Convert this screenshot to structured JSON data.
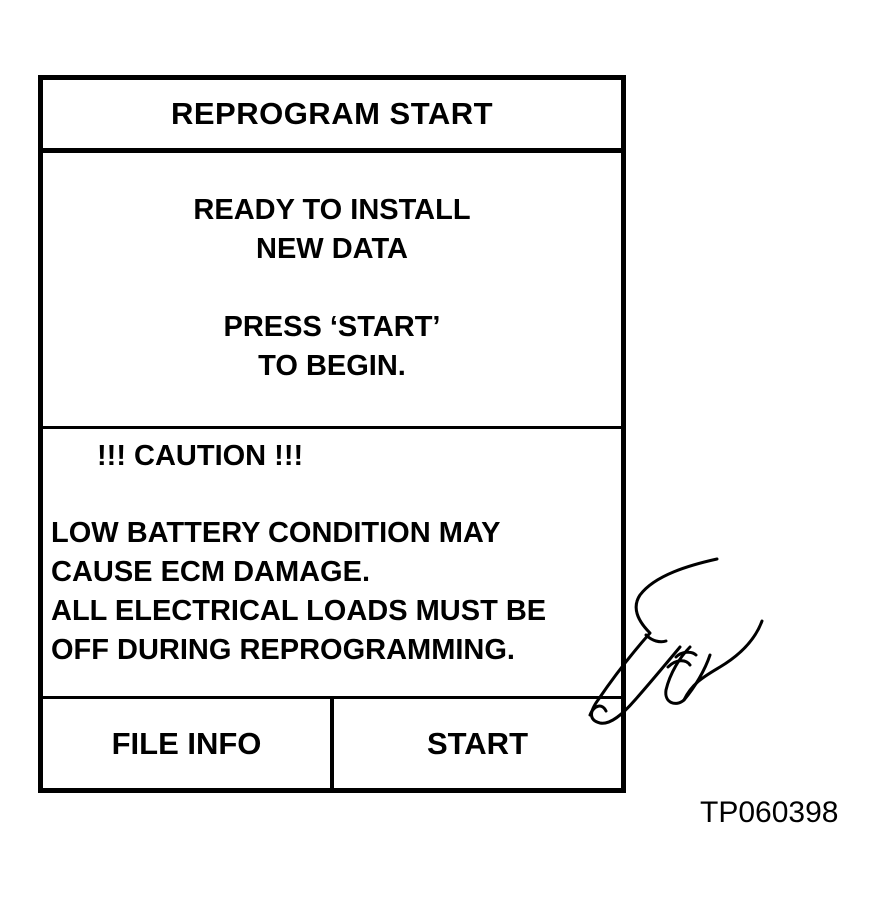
{
  "screen": {
    "title": "REPROGRAM START",
    "message": {
      "line1": "READY TO INSTALL",
      "line2": "NEW DATA",
      "line3": "PRESS ‘START’",
      "line4": "TO BEGIN."
    },
    "caution": {
      "title": "!!! CAUTION !!!",
      "lines": [
        "LOW BATTERY CONDITION MAY",
        "CAUSE ECM DAMAGE.",
        "ALL ELECTRICAL LOADS MUST BE",
        "OFF DURING REPROGRAMMING."
      ]
    },
    "buttons": {
      "file_info_label": "FILE INFO",
      "start_label": "START"
    }
  },
  "figure_id": "TP060398",
  "illustration": {
    "icon": "pointing-finger-icon"
  }
}
